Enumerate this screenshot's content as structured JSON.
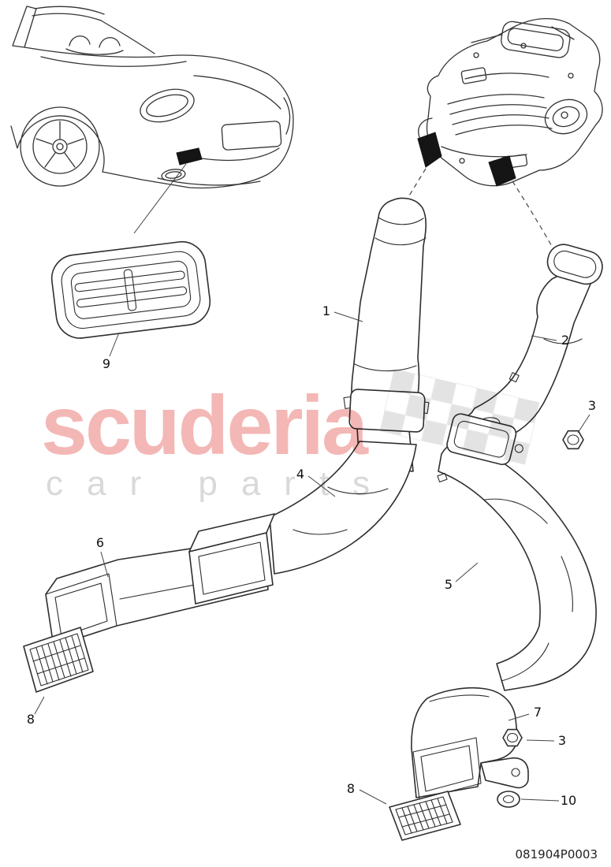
{
  "watermark": {
    "brand": "scuderia",
    "subtitle": "car parts",
    "brand_color": "#f3b7b5",
    "subtitle_color": "#d9d9d9",
    "checker_color": "#e3e3e3"
  },
  "diagram": {
    "code": "081904P0003",
    "part_labels": {
      "p1": "1",
      "p2": "2",
      "p3": "3",
      "p4": "4",
      "p5": "5",
      "p6": "6",
      "p7": "7",
      "p8": "8",
      "p9": "9",
      "p10": "10"
    }
  }
}
